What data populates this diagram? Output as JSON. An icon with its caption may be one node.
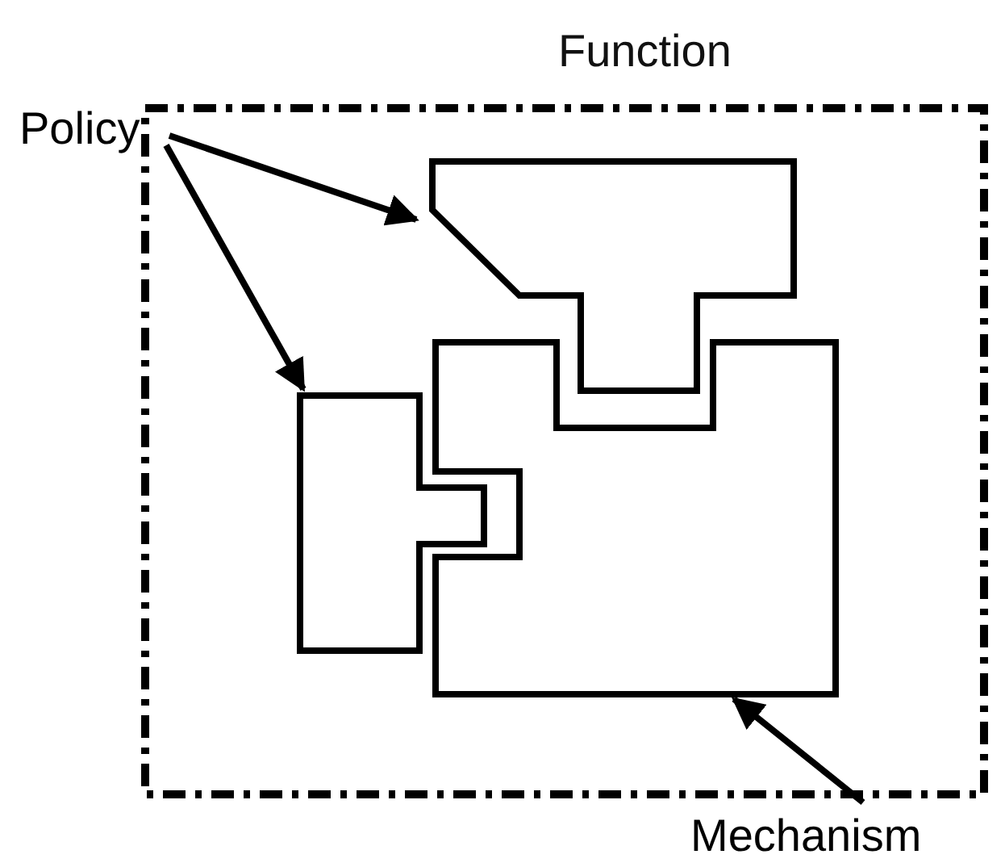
{
  "diagram": {
    "nodes": [
      {
        "text": [
          "Function"
        ]
      },
      {
        "text": [
          "Policy"
        ]
      },
      {
        "text": [],
        "shape": "box",
        "in": 0
      },
      {
        "text": [],
        "shape": "box",
        "in": 0
      },
      {
        "text": [],
        "shape": "box",
        "in": 0
      },
      {
        "text": [
          "Mechanism"
        ]
      }
    ],
    "edges": [
      {
        "from": 1,
        "to": 2,
        "arrow": "to"
      },
      {
        "from": 1,
        "to": 3,
        "arrow": "to"
      },
      {
        "from": 5,
        "to": 4,
        "arrow": "to"
      }
    ]
  }
}
